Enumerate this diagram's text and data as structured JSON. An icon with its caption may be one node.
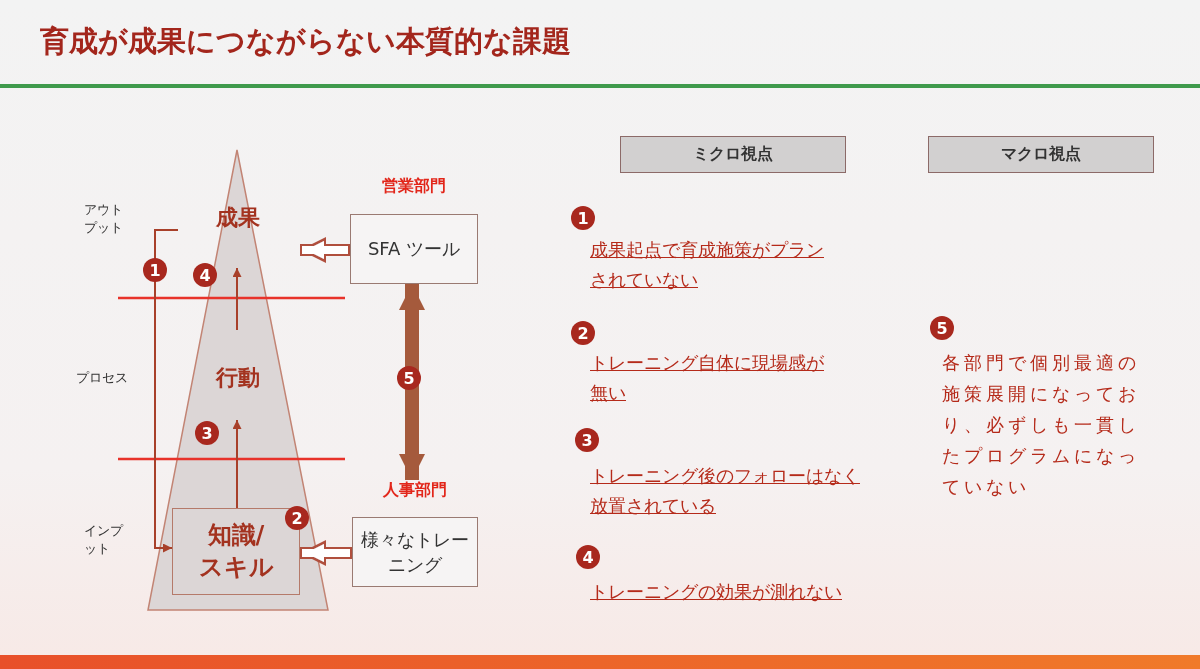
{
  "diagram": {
    "title": "育成が成果につながらない本質的な課題",
    "nodes": [
      {
        "text": [
          "成果"
        ]
      },
      {
        "text": [
          "営業部門",
          "SFA ツール"
        ]
      },
      {
        "text": [
          "行動"
        ]
      },
      {
        "text": [
          "知識/スキル"
        ]
      },
      {
        "text": [
          "人事部門",
          "様々なトレーニング"
        ]
      },
      {
        "text": [
          "ミクロ視点"
        ]
      },
      {
        "text": [
          "マクロ視点"
        ]
      }
    ],
    "edges": [
      {
        "from": 1,
        "to": 0,
        "arrow": "to",
        "style": "thick",
        "color": "#b0503e"
      },
      {
        "from": 4,
        "to": 3,
        "arrow": "to",
        "style": "thick",
        "color": "#b0503e"
      },
      {
        "from": 2,
        "to": 0,
        "arrow": "to"
      },
      {
        "from": 3,
        "to": 2,
        "arrow": "to"
      },
      {
        "from": null,
        "to": 3,
        "arrow": "to"
      },
      {
        "from": 1,
        "to": 4,
        "arrow": "both",
        "style": "thick",
        "color": "#a55a3c"
      }
    ],
    "labels": [
      "アウトプット",
      "1",
      "4",
      "5",
      "プロセス",
      "3",
      "2",
      "インプット",
      "1",
      "成果起点で育成施策がプランされていない",
      "2",
      "トレーニング自体に現場感が無い",
      "3",
      "トレーニング後のフォローはなく放置されている",
      "4",
      "トレーニングの効果が測れない",
      "5",
      "各部門で個別最適の施策展開になっており、必ずしも一貫したプログラムになっていない"
    ]
  }
}
